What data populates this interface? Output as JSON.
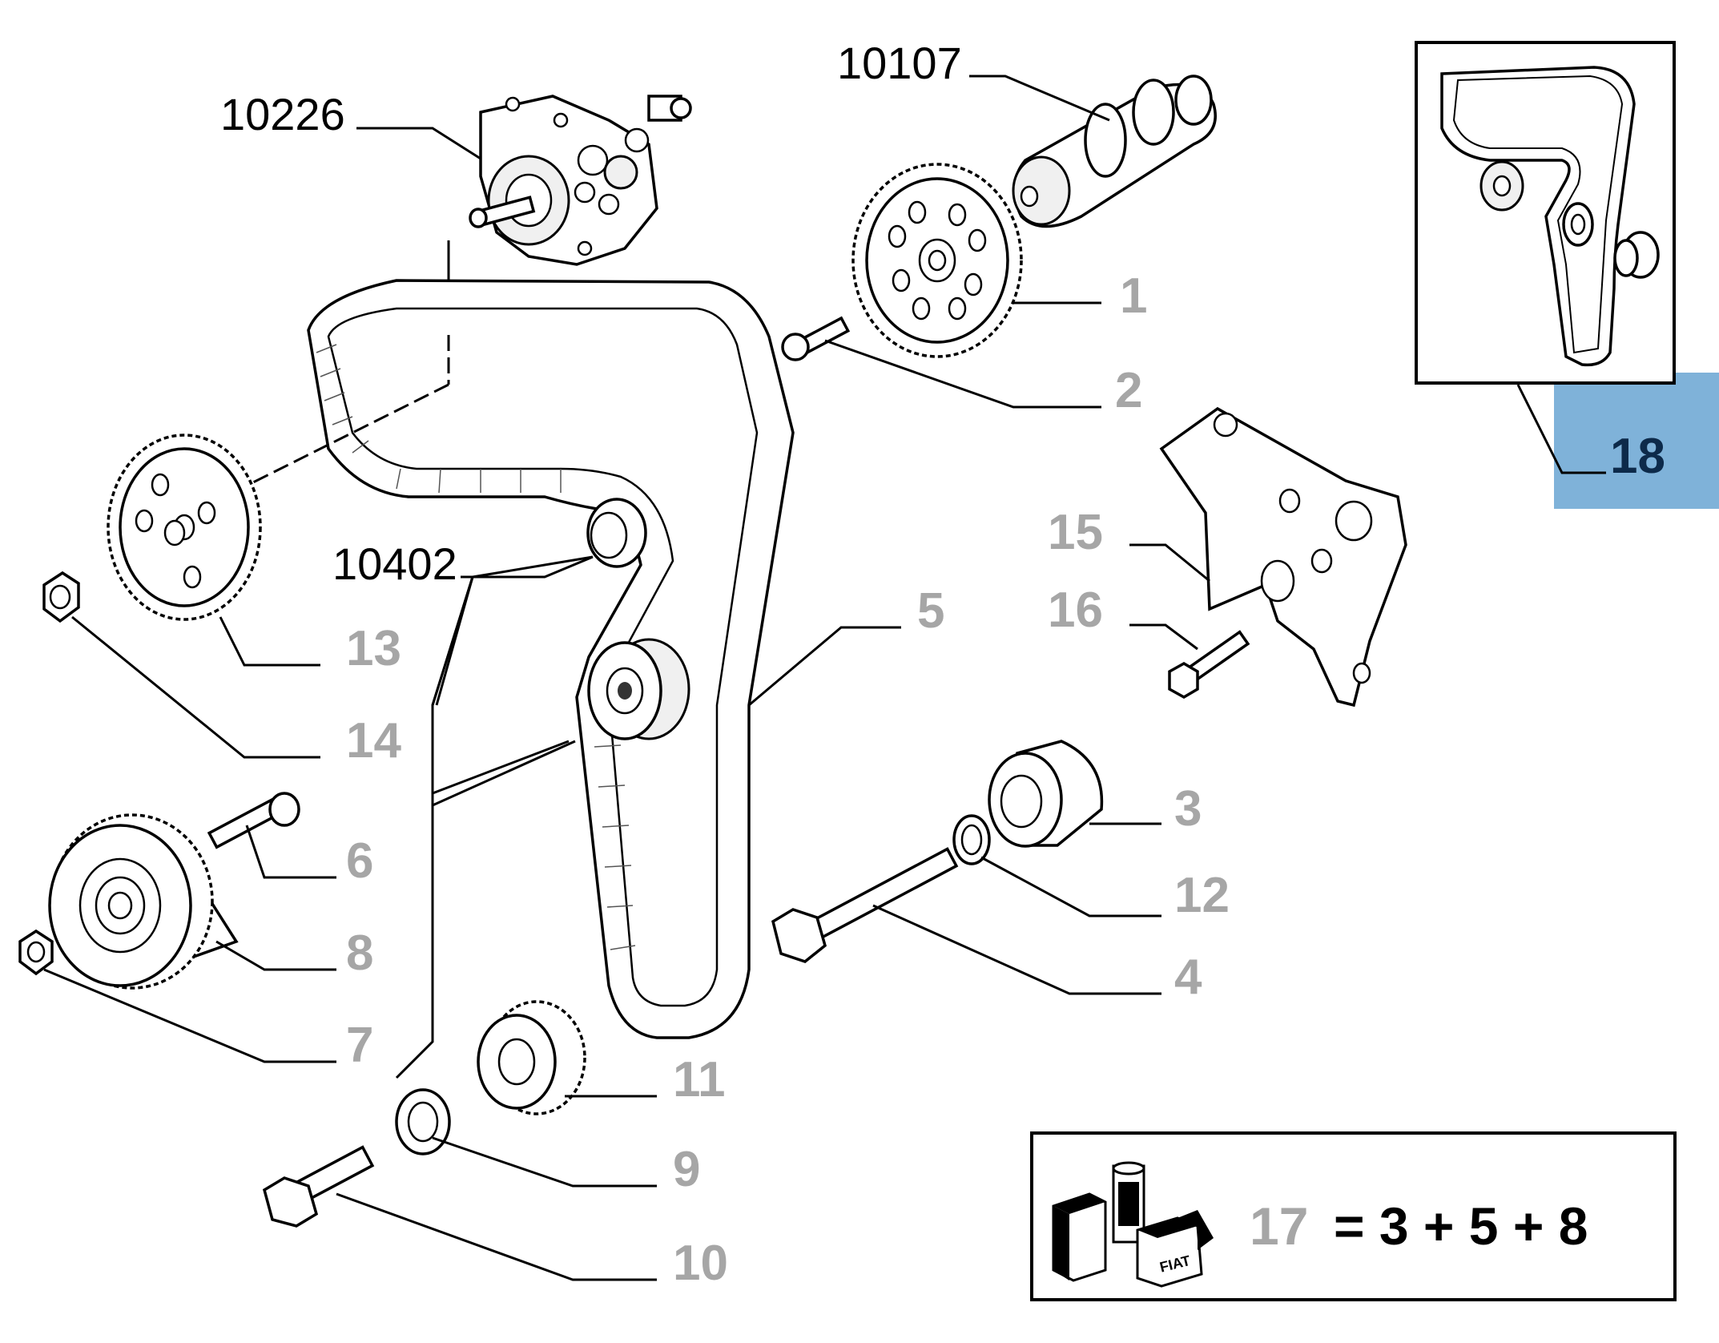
{
  "callouts": {
    "p10226": "10226",
    "p10107": "10107",
    "p10402": "10402",
    "p1": "1",
    "p2": "2",
    "p3": "3",
    "p4": "4",
    "p5": "5",
    "p6": "6",
    "p7": "7",
    "p8": "8",
    "p9": "9",
    "p10": "10",
    "p11": "11",
    "p12": "12",
    "p13": "13",
    "p14": "14",
    "p15": "15",
    "p16": "16",
    "p18": "18"
  },
  "kit": {
    "number": "17",
    "formula": "= 3 + 5 + 8",
    "logo_text": "FIAT"
  },
  "colors": {
    "highlight": "#7fb2d9",
    "callout_grey": "#a6a6a6",
    "line": "#000000"
  }
}
